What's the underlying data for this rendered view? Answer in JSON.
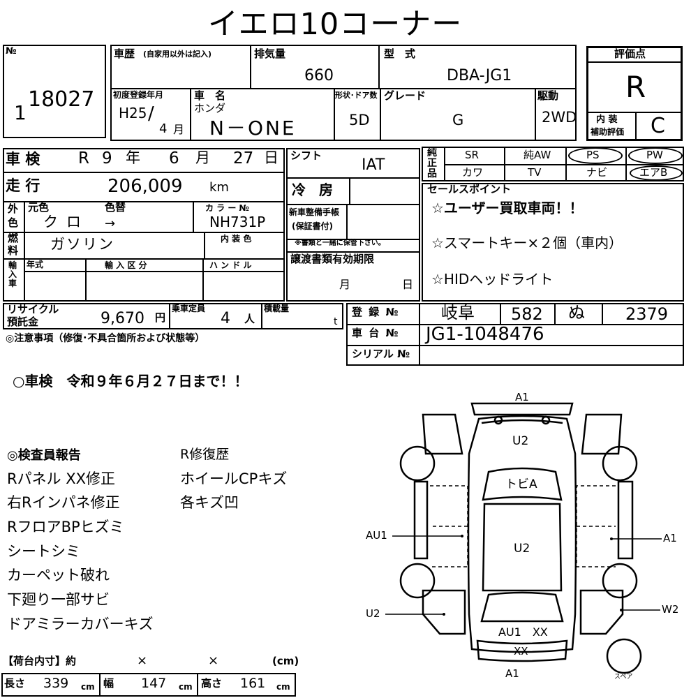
{
  "title": "イエロ10コーナー",
  "header": {
    "no_label": "№",
    "lot_number": "18027",
    "lot_prefix": "1",
    "history_label": "車歴",
    "history_note": "(自家用以外は記入)",
    "displacement_label": "排気量",
    "displacement_value": "660",
    "model_label": "型　式",
    "model_value": "DBA-JG1",
    "first_reg_label": "初度登録年月",
    "first_reg_year": "H25",
    "first_reg_month": "4",
    "month_unit": "月",
    "car_name_label": "車　名",
    "maker": "ホンダ",
    "car_name": "N－ONE",
    "doors_label": "形状･ドア数",
    "doors_value": "5D",
    "grade_label": "グレード",
    "grade_value": "G",
    "drive_label": "駆動",
    "drive_value": "2WD",
    "rating_label": "評価点",
    "rating_value": "R",
    "interior_label_1": "内 装",
    "interior_label_2": "補助評価",
    "interior_value": "C"
  },
  "row2": {
    "inspection_label": "車 検",
    "inspection_era": "R",
    "inspection_year": "9",
    "year_unit": "年",
    "inspection_month": "6",
    "month_unit": "月",
    "inspection_day": "27",
    "day_unit": "日",
    "shift_label": "シフト",
    "shift_value": "IAT",
    "mileage_label": "走 行",
    "mileage_value": "206,009",
    "mileage_unit": "km",
    "ac_label": "冷 房",
    "color_side_1": "外",
    "color_side_2": "色",
    "orig_color_label": "元色",
    "orig_color_value": "クロ",
    "repaint_label": "色替",
    "repaint_value": "→",
    "color_no_label": "カ ラ ー №",
    "color_no_value": "NH731P",
    "fuel_label_1": "燃",
    "fuel_label_2": "料",
    "fuel_value": "ガソリン",
    "interior_color_label": "内 装 色",
    "manual_label_1": "新車整備手帳",
    "manual_label_2": "(保証書付)",
    "manual_note": "※書類と一緒に保管下さい。",
    "import_side": "輸入車",
    "year_type_label": "年式",
    "import_class_label": "輸 入 区 分",
    "handle_label": "ハ ン ド ル",
    "transfer_label": "譲渡書類有効期限",
    "transfer_month": "月",
    "transfer_day": "日"
  },
  "equipment": {
    "side_label_1": "純",
    "side_label_2": "正",
    "side_label_3": "品",
    "items": [
      "SR",
      "純AW",
      "PS",
      "PW",
      "カワ",
      "TV",
      "ナビ",
      "エアB"
    ]
  },
  "sales_points": {
    "label": "セールスポイント",
    "items": [
      "☆ユーザー買取車両！！",
      "☆スマートキー×２個（車内）",
      "☆HIDヘッドライト"
    ]
  },
  "recycle": {
    "label_1": "リサイクル",
    "label_2": "預託金",
    "value": "9,670",
    "unit": "円",
    "capacity_label": "乗車定員",
    "capacity_value": "4",
    "capacity_unit": "人",
    "load_label": "積載量",
    "load_unit": "t"
  },
  "registration": {
    "reg_label": "登 録 №",
    "reg_place": "岐阜",
    "reg_class": "582",
    "reg_kana": "ぬ",
    "reg_number": "2379",
    "chassis_label": "車 台 №",
    "chassis_value": "JG1-1048476",
    "serial_label": "シリアル №"
  },
  "notes": {
    "caution_label": "◎注意事項（修復･不具合箇所および状態等）",
    "inspection_note": "○車検　令和９年６月２７日まで！！",
    "inspector_label": "◎検査員報告",
    "left_items": [
      "Rパネル XX修正",
      "右Rインパネ修正",
      "RフロアBPヒズミ",
      "シートシミ",
      "カーペット破れ",
      "下廻り一部サビ",
      "ドアミラーカバーキズ"
    ],
    "right_items": [
      "R修復歴",
      "ホイールCPキズ",
      "各キズ凹"
    ]
  },
  "cargo": {
    "title": "【荷台内寸】約",
    "x1": "×",
    "x2": "×",
    "unit_label": "(cm)",
    "length_label": "長さ",
    "length_value": "339",
    "width_label": "幅",
    "width_value": "147",
    "height_label": "高さ",
    "height_value": "161",
    "cm": "cm"
  },
  "diagram": {
    "top": "A1",
    "hood": "U2",
    "windshield": "トビA",
    "roof": "U2",
    "left_mid": "AU1",
    "right_mid": "A1",
    "left_rear": "U2",
    "right_rear": "W2",
    "rear_glass": "AU1　XX",
    "rear_bumper": "XX",
    "bottom": "A1",
    "spare": "スペア"
  }
}
